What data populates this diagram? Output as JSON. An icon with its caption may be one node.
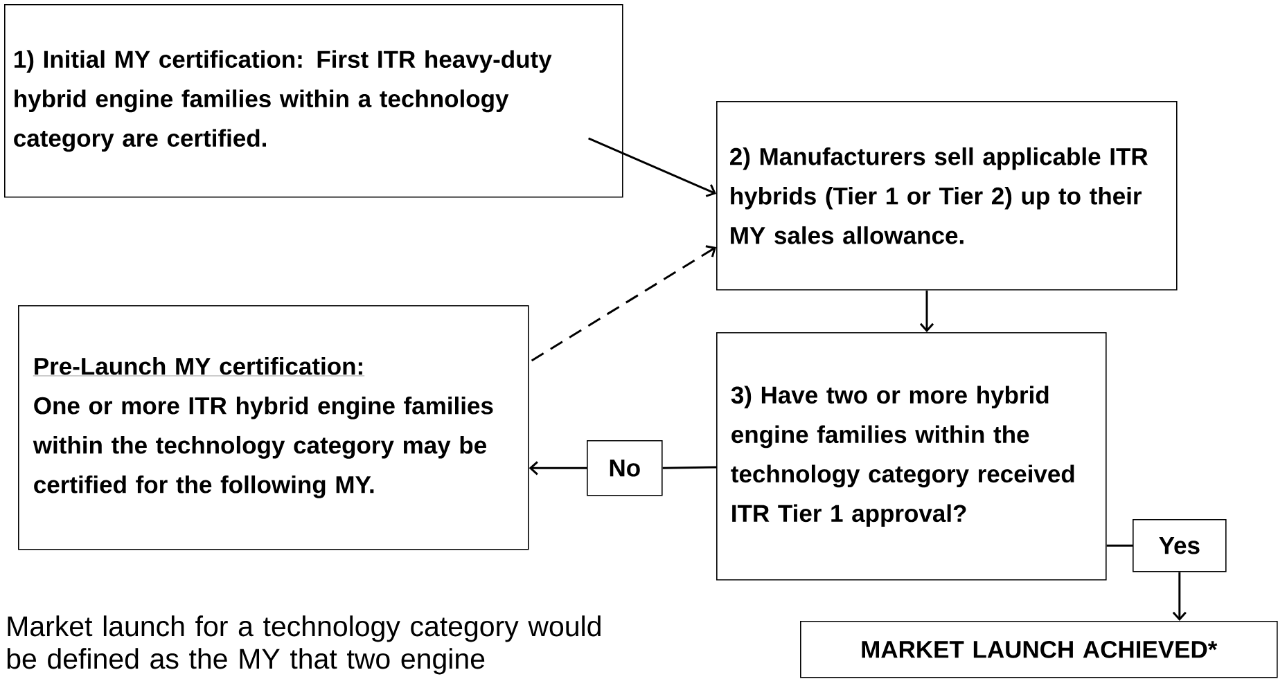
{
  "diagram": {
    "nodes": [
      {
        "text": [
          "1) Initial MY certification: First ITR heavy-duty hybrid engine families within a technology category are certified."
        ]
      },
      {
        "text": [
          "2) Manufacturers sell applicable ITR hybrids (Tier 1 or Tier 2) up to their MY sales allowance."
        ]
      },
      {
        "text": [
          "Pre-Launch MY certification:",
          "One or more ITR hybrid engine families within the technology category may be certified for the following MY."
        ]
      },
      {
        "text": [
          "3) Have two or more hybrid engine families within the technology category received ITR Tier 1 approval?"
        ]
      },
      {
        "text": [
          "No"
        ]
      },
      {
        "text": [
          "Yes"
        ]
      },
      {
        "text": [
          "MARKET LAUNCH ACHIEVED*"
        ]
      }
    ],
    "edges": [
      {
        "from": 0,
        "to": 1,
        "arrow": "to"
      },
      {
        "from": 2,
        "to": 1,
        "arrow": "to",
        "style": "dashed"
      },
      {
        "from": 1,
        "to": 3,
        "arrow": "to"
      },
      {
        "from": 3,
        "to": 4,
        "arrow": "none"
      },
      {
        "from": 4,
        "to": 2,
        "arrow": "to"
      },
      {
        "from": 3,
        "to": 5,
        "arrow": "none"
      },
      {
        "from": 5,
        "to": 6,
        "arrow": "to"
      }
    ],
    "labels": [
      "Market launch for a technology category would be defined as the MY that two engine"
    ]
  }
}
